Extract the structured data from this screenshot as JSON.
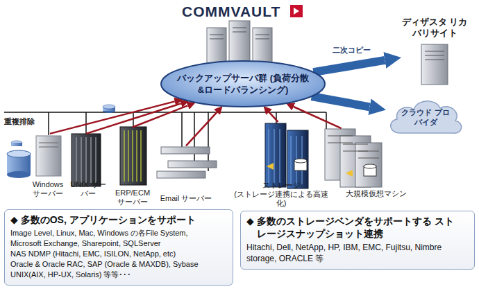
{
  "diagram": {
    "title": "COMMVAULT",
    "nodes": [
      {
        "text": [
          "バックアップサーバ群 (負荷分散&ロードバランシング)"
        ]
      },
      {
        "text": [
          "ディザスタ リカバリサイト"
        ]
      },
      {
        "text": [
          "クラウド プロバイダ"
        ]
      },
      {
        "text": [
          "Windows サーバー"
        ]
      },
      {
        "text": [
          "UNIX サーバー"
        ]
      },
      {
        "text": [
          "ERP/ECM サーバー"
        ]
      },
      {
        "text": [
          "Email サーバー"
        ]
      },
      {
        "text": [
          "ストレージ",
          "(ストレージ連携による高速化)"
        ]
      },
      {
        "text": [
          "大規模仮想マシン"
        ]
      },
      {
        "text": [
          "◆ 多数のOS, アプリケーションをサポート",
          "Image Level, Linux, Mac, Windows の各File System,",
          "Microsoft Exchange, Sharepoint, SQLServer",
          "NAS NDMP (Hitachi, EMC, ISILON, NetApp, etc)",
          "Oracle & Oracle RAC, SAP (Oracle & MAXDB), Sybase",
          "UNIX(AIX, HP-UX, Solaris) 等等･･･"
        ]
      },
      {
        "text": [
          "◆ 多数のストレージベンダをサポートする ストレージスナップショット連携",
          "Hitachi, Dell, NetApp, HP, IBM, EMC, Fujitsu, Nimbre storage, ORACLE 等"
        ]
      }
    ],
    "edges": [
      {
        "from": 3,
        "to": 0,
        "arrow": "to"
      },
      {
        "from": 4,
        "to": 0,
        "arrow": "to"
      },
      {
        "from": 5,
        "to": 0,
        "arrow": "to"
      },
      {
        "from": 6,
        "to": 0,
        "arrow": "to"
      },
      {
        "from": 7,
        "to": 0,
        "arrow": "to"
      },
      {
        "from": 8,
        "to": 0,
        "arrow": "to"
      },
      {
        "from": 0,
        "to": 1,
        "label": "二次コピー",
        "arrow": "to"
      },
      {
        "from": 0,
        "to": 2,
        "arrow": "to"
      }
    ],
    "labels": [
      "重複排除"
    ]
  }
}
